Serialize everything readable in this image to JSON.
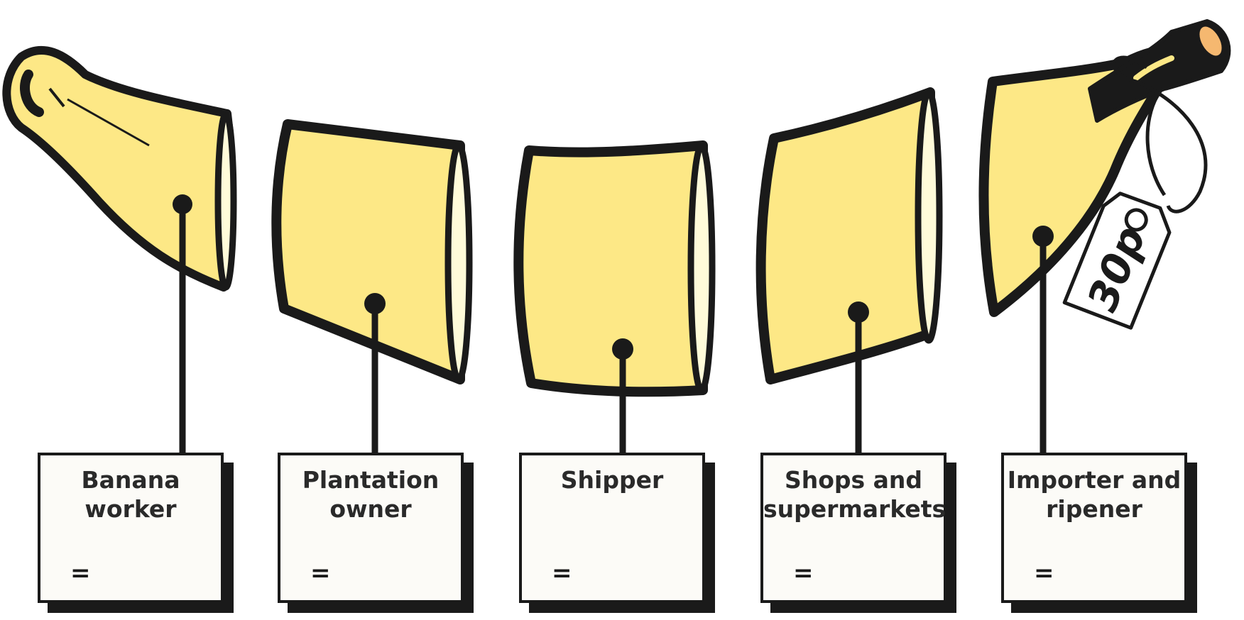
{
  "price_tag": {
    "text": "30p"
  },
  "boxes": [
    {
      "label": "Banana\nworker",
      "eq": "="
    },
    {
      "label": "Plantation\nowner",
      "eq": "="
    },
    {
      "label": "Shipper",
      "eq": "="
    },
    {
      "label": "Shops and\nsupermarkets",
      "eq": "="
    },
    {
      "label": "Importer and\nripener",
      "eq": "="
    }
  ],
  "colors": {
    "banana_fill": "#fde886",
    "banana_end": "#fffbd9",
    "outline": "#1a1a1a",
    "stem_tip": "#f5b870",
    "box_fill": "#fcfbf7"
  }
}
